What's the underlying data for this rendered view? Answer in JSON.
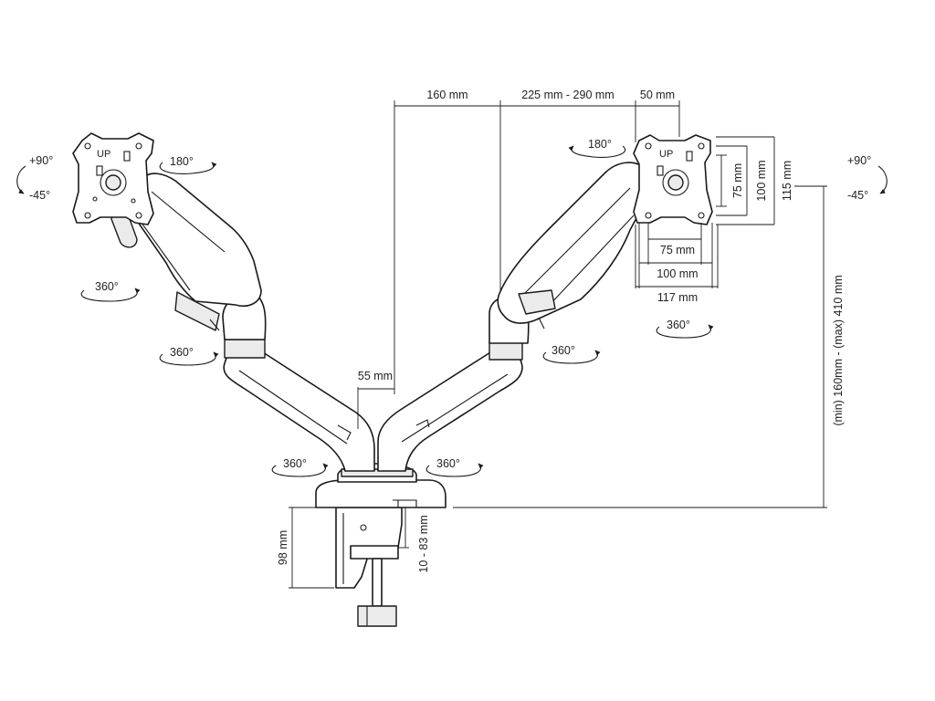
{
  "dimensions": {
    "arm_reach": "160 mm",
    "arm_extension": "225 mm - 290 mm",
    "vesa_offset": "50 mm",
    "vesa_v_75": "75 mm",
    "vesa_v_100": "100 mm",
    "vesa_v_115": "115 mm",
    "vesa_h_75": "75 mm",
    "vesa_h_100": "100 mm",
    "vesa_h_117": "117 mm",
    "center_gap": "55 mm",
    "height_range": "(min) 160mm - (max) 410 mm",
    "clamp_height": "98 mm",
    "desk_thickness": "10 - 83 mm"
  },
  "rotations": {
    "left_tilt_up": "+90°",
    "left_tilt_down": "-45°",
    "right_tilt_up": "+90°",
    "right_tilt_down": "-45°",
    "left_swivel_plate": "180°",
    "right_swivel_plate": "180°",
    "left_upper_arm": "360°",
    "left_mid_arm": "360°",
    "left_base_arm": "360°",
    "right_upper_arm": "360°",
    "right_mid_arm": "360°",
    "right_base_arm": "360°"
  },
  "plate_marks": {
    "left_up": "UP",
    "right_up": "UP"
  }
}
